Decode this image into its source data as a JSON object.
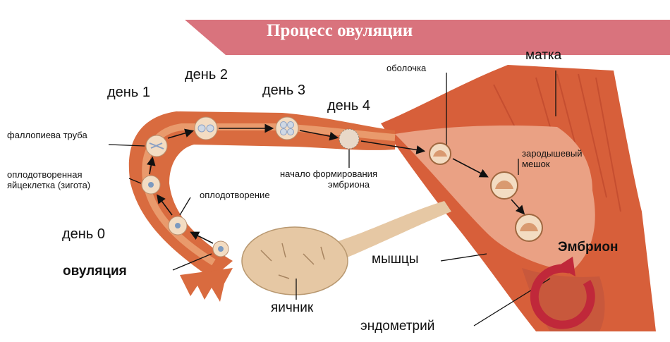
{
  "banner": {
    "title": "Процесс овуляции"
  },
  "labels": {
    "day1": "день 1",
    "day2": "день 2",
    "day3": "день 3",
    "day4": "день 4",
    "day0": "день 0",
    "fallopian_tube": "фаллопиева труба",
    "zygote_line1": "оплодотворенная",
    "zygote_line2": "яйцеклетка (зигота)",
    "fertilization": "оплодотворение",
    "ovulation": "овуляция",
    "ovary": "яичник",
    "muscles": "мышцы",
    "endometrium": "эндометрий",
    "embryo": "Эмбрион",
    "yolk_sac_line1": "зародышевый",
    "yolk_sac_line2": "мешок",
    "membrane": "оболочка",
    "uterus": "матка",
    "embryo_start_line1": "начало формирования",
    "embryo_start_line2": "эмбриона"
  },
  "colors": {
    "banner": "#d9737d",
    "tube": "#d96b3f",
    "tube_inner": "#e99a6c",
    "uterus_wall": "#d75f3a",
    "endometrium": "#eaa184",
    "ovary": "#e6c8a4",
    "cell": "#f3dcc2",
    "logo": "#c0283a"
  },
  "icons": {
    "logo": "circular-arrow-logo-icon"
  }
}
